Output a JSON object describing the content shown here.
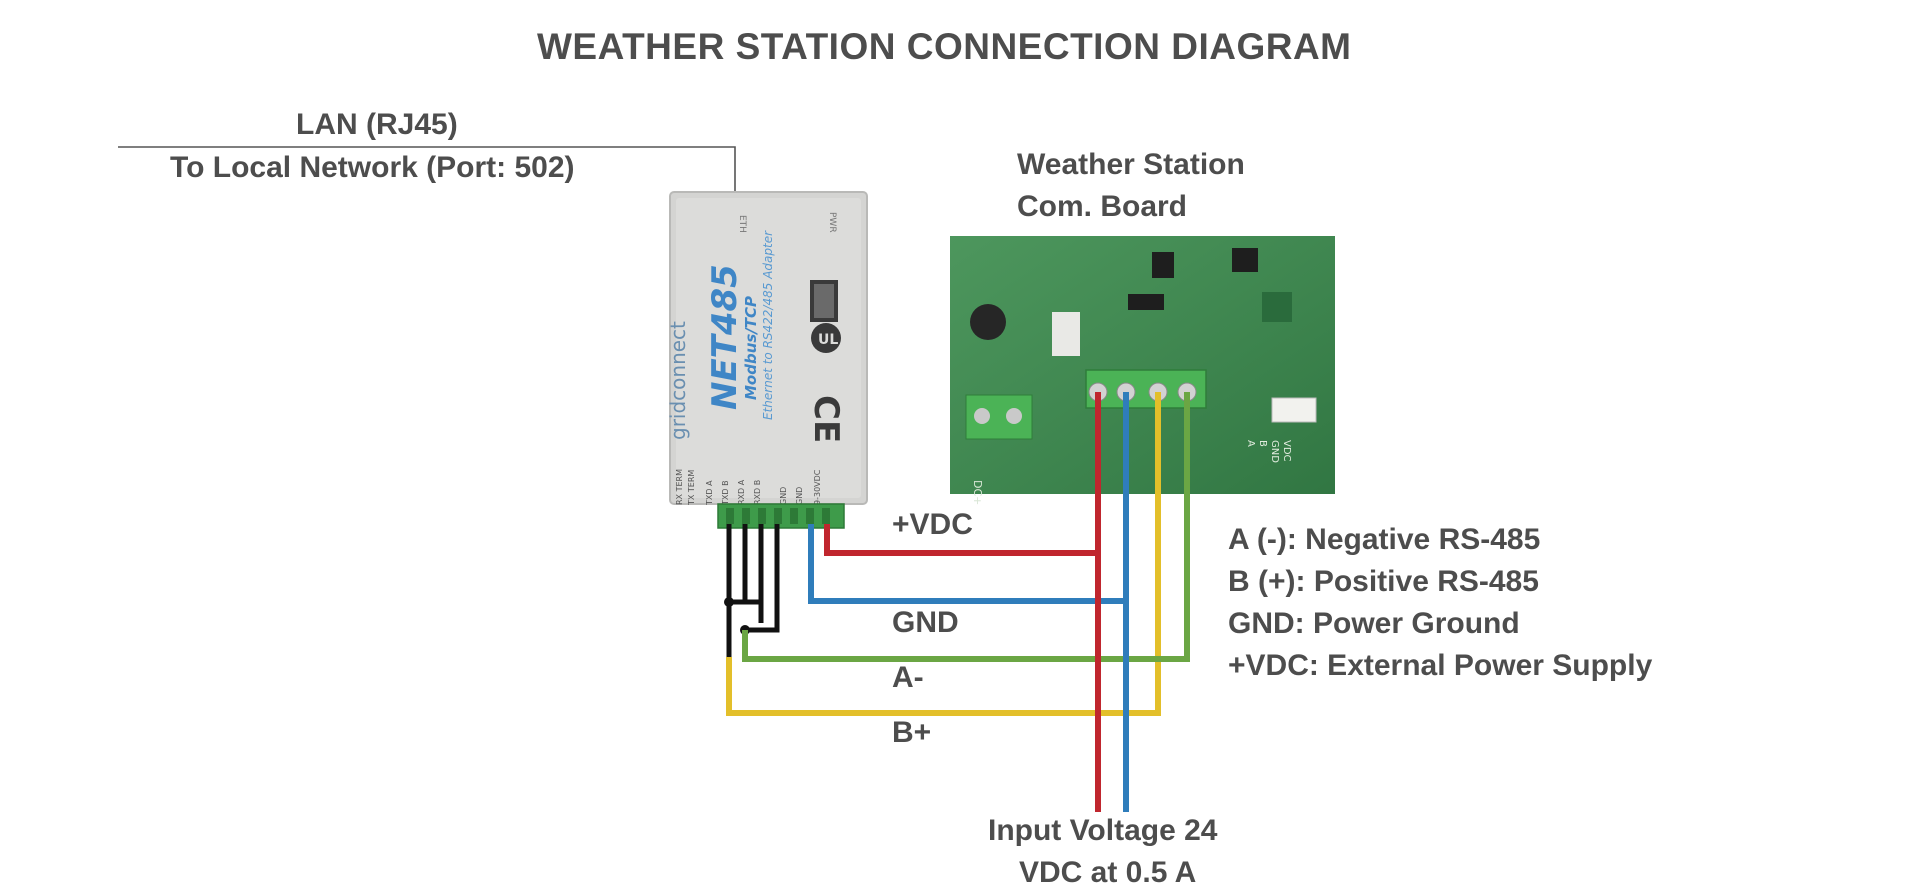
{
  "title": "WEATHER STATION CONNECTION DIAGRAM",
  "lan": {
    "label": "LAN (RJ45)",
    "sublabel": "To Local Network (Port: 502)"
  },
  "board": {
    "label_line1": "Weather Station",
    "label_line2": "Com. Board",
    "pcb_label": "DC+",
    "terminal_legend": [
      "A",
      "B",
      "GND",
      "VDC"
    ]
  },
  "adapter": {
    "brand": "gridconnect",
    "model": "NET485",
    "subtitle": "Modbus/TCP",
    "description": "Ethernet to RS422/485 Adapter",
    "eth_label": "ETH",
    "pwr_label": "PWR",
    "ce_mark": "CE",
    "ul_mark": "UL",
    "pins": [
      "RX TERM",
      "TX TERM",
      "TXD A",
      "TXD B",
      "RXD A",
      "RXD B",
      "GND",
      "GND",
      "9-30VDC"
    ]
  },
  "wires": {
    "vdc": "+VDC",
    "gnd": "GND",
    "a_minus": "A-",
    "b_plus": "B+"
  },
  "legend": [
    "A (-): Negative RS-485",
    "B (+): Positive RS-485",
    "GND: Power Ground",
    "+VDC: External Power Supply"
  ],
  "power": {
    "line1": "Input Voltage 24",
    "line2": "VDC at 0.5 A"
  },
  "colors": {
    "vdc": "#c0262e",
    "gnd": "#2f7dbb",
    "a_minus": "#6ba644",
    "b_plus": "#e3bf2a",
    "wire_black": "#111111",
    "text": "#4d4d4d"
  }
}
